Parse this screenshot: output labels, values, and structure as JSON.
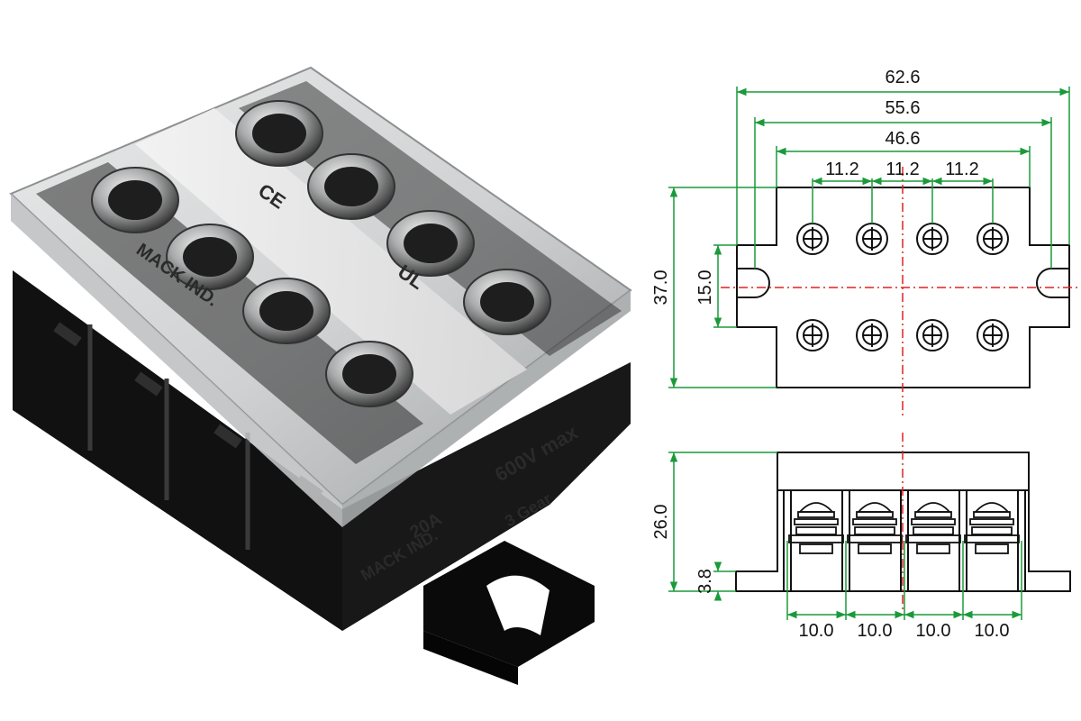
{
  "photo": {
    "cover_marks": [
      "MACK IND.",
      "CE",
      "UL"
    ],
    "body_marks": [
      "600V max",
      "20A",
      "MACK IND.",
      "3 Gear"
    ]
  },
  "top_view": {
    "dims": {
      "total_width": "62.6",
      "slot_width": "55.6",
      "body_width": "46.6",
      "pitch_1": "11.2",
      "pitch_2": "11.2",
      "pitch_3": "11.2",
      "body_height": "37.0",
      "slot_height": "15.0"
    }
  },
  "side_view": {
    "dims": {
      "height": "26.0",
      "base_height": "3.8",
      "cell_1": "10.0",
      "cell_2": "10.0",
      "cell_3": "10.0",
      "cell_4": "10.0"
    }
  },
  "colors": {
    "dimension_lines": "#1a9a3a",
    "center_lines": "#e02020",
    "outline": "#111111",
    "terminal_body": "#0d0d0d",
    "cover": "#d7d8d8"
  }
}
